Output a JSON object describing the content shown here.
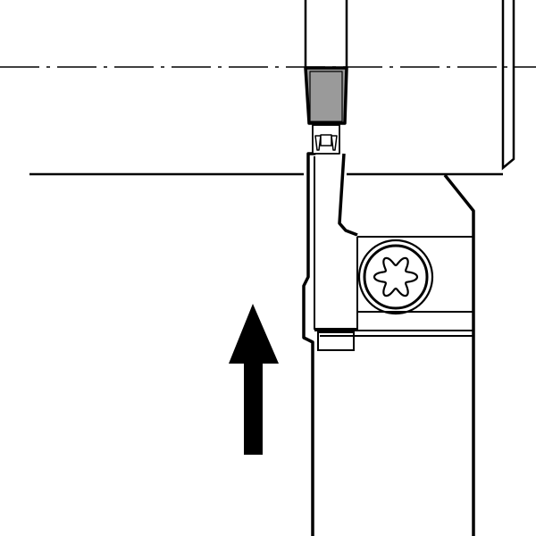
{
  "diagram": {
    "kind": "technical-line-drawing",
    "subject": "grooving-tool-holder-with-insert-and-torx-clamp-screw",
    "colors": {
      "background": "#ffffff",
      "line": "#000000",
      "insert_tip_fill": "#9a9a9a",
      "arrow_fill": "#000000"
    },
    "feed_arrow": {
      "direction": "up"
    },
    "icons": {
      "clamp_screw": "torx-screw-icon",
      "feed_direction": "arrow-up-icon"
    }
  }
}
